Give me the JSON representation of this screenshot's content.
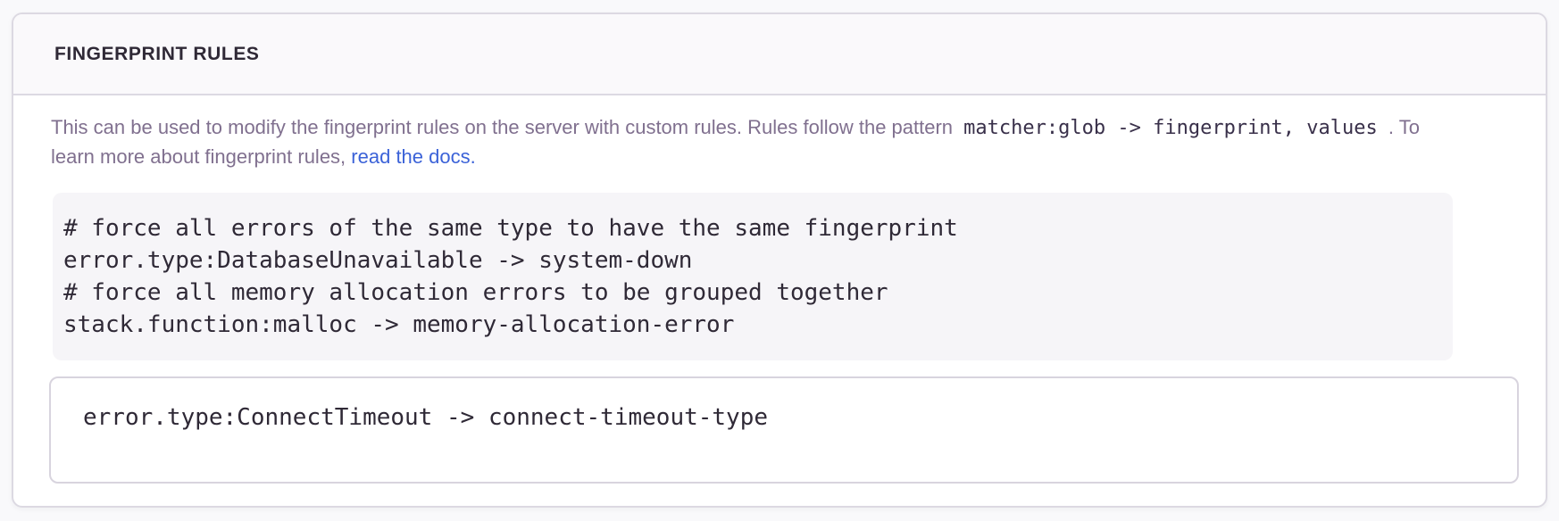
{
  "panel": {
    "title": "FINGERPRINT RULES",
    "description": {
      "text_1": "This can be used to modify the fingerprint rules on the server with custom rules. Rules follow the pattern",
      "code_1": "matcher:glob -> fingerprint, values",
      "text_2": ". To learn more about fingerprint rules,",
      "link_text": "read the docs."
    },
    "example": {
      "code": "# force all errors of the same type to have the same fingerprint\nerror.type:DatabaseUnavailable -> system-down\n# force all memory allocation errors to be grouped together\nstack.function:malloc -> memory-allocation-error"
    },
    "input": {
      "value": "error.type:ConnectTimeout -> connect-timeout-type"
    }
  },
  "colors": {
    "link": "#3b62d8",
    "title_text": "#2f2936",
    "description_text": "#80708f",
    "example_background": "#f6f5f8",
    "panel_border": "#dcd9e2",
    "header_background": "#faf9fb",
    "page_background": "#f9f9fb"
  }
}
